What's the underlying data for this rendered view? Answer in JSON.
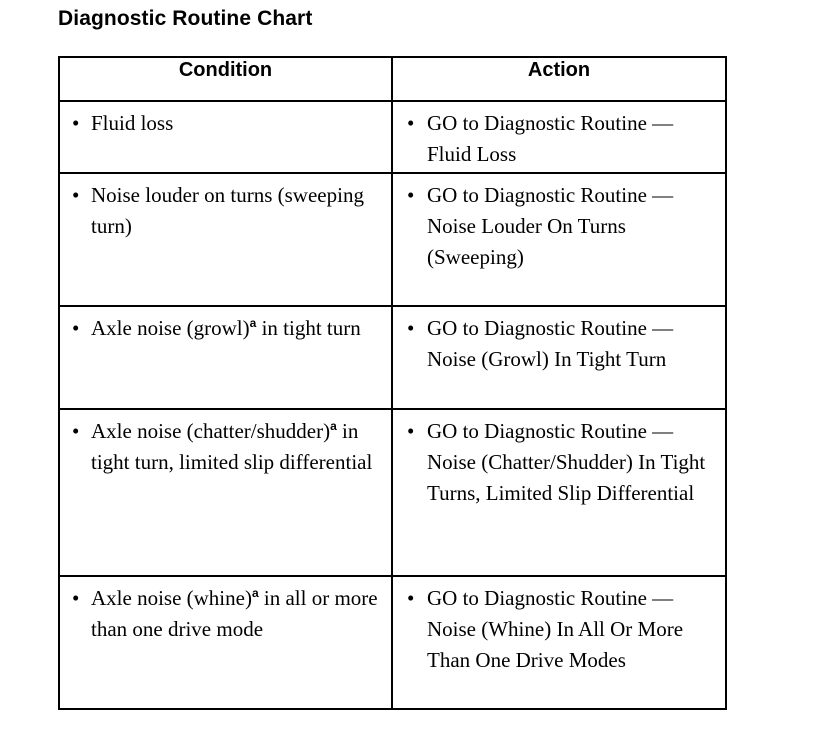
{
  "page": {
    "title": "Diagnostic Routine Chart",
    "bullet_glyph": "•"
  },
  "table": {
    "columns": [
      {
        "key": "condition",
        "header": "Condition"
      },
      {
        "key": "action",
        "header": "Action"
      }
    ],
    "rows": [
      {
        "condition": "Fluid loss",
        "condition_prefix": "Fluid loss",
        "condition_superscript": "",
        "condition_suffix": "",
        "action": "GO to Diagnostic Routine — Fluid Loss"
      },
      {
        "condition": "Noise louder on turns (sweeping turn)",
        "condition_prefix": "Noise louder on turns (sweeping turn)",
        "condition_superscript": "",
        "condition_suffix": "",
        "action": "GO to Diagnostic Routine — Noise Louder On Turns (Sweeping)"
      },
      {
        "condition": "Axle noise (growl)a in tight turn",
        "condition_prefix": "Axle noise (growl)",
        "condition_superscript": "a",
        "condition_suffix": " in tight turn",
        "action": "GO to Diagnostic Routine — Noise (Growl) In Tight Turn"
      },
      {
        "condition": "Axle noise (chatter/shudder)a in tight turn, limited slip differential",
        "condition_prefix": "Axle noise (chatter/shudder)",
        "condition_superscript": "a",
        "condition_suffix": " in tight turn, limited slip differential",
        "action": "GO to Diagnostic Routine — Noise (Chatter/Shudder) In Tight Turns, Limited Slip Differential"
      },
      {
        "condition": "Axle noise (whine)a in all or more than one drive mode",
        "condition_prefix": "Axle noise (whine)",
        "condition_superscript": "a",
        "condition_suffix": " in all or more than one drive mode",
        "action": "GO to Diagnostic Routine — Noise (Whine) In All Or More Than One Drive Modes"
      }
    ]
  },
  "colors": {
    "text": "#000000",
    "border": "#000000",
    "background": "#ffffff"
  }
}
